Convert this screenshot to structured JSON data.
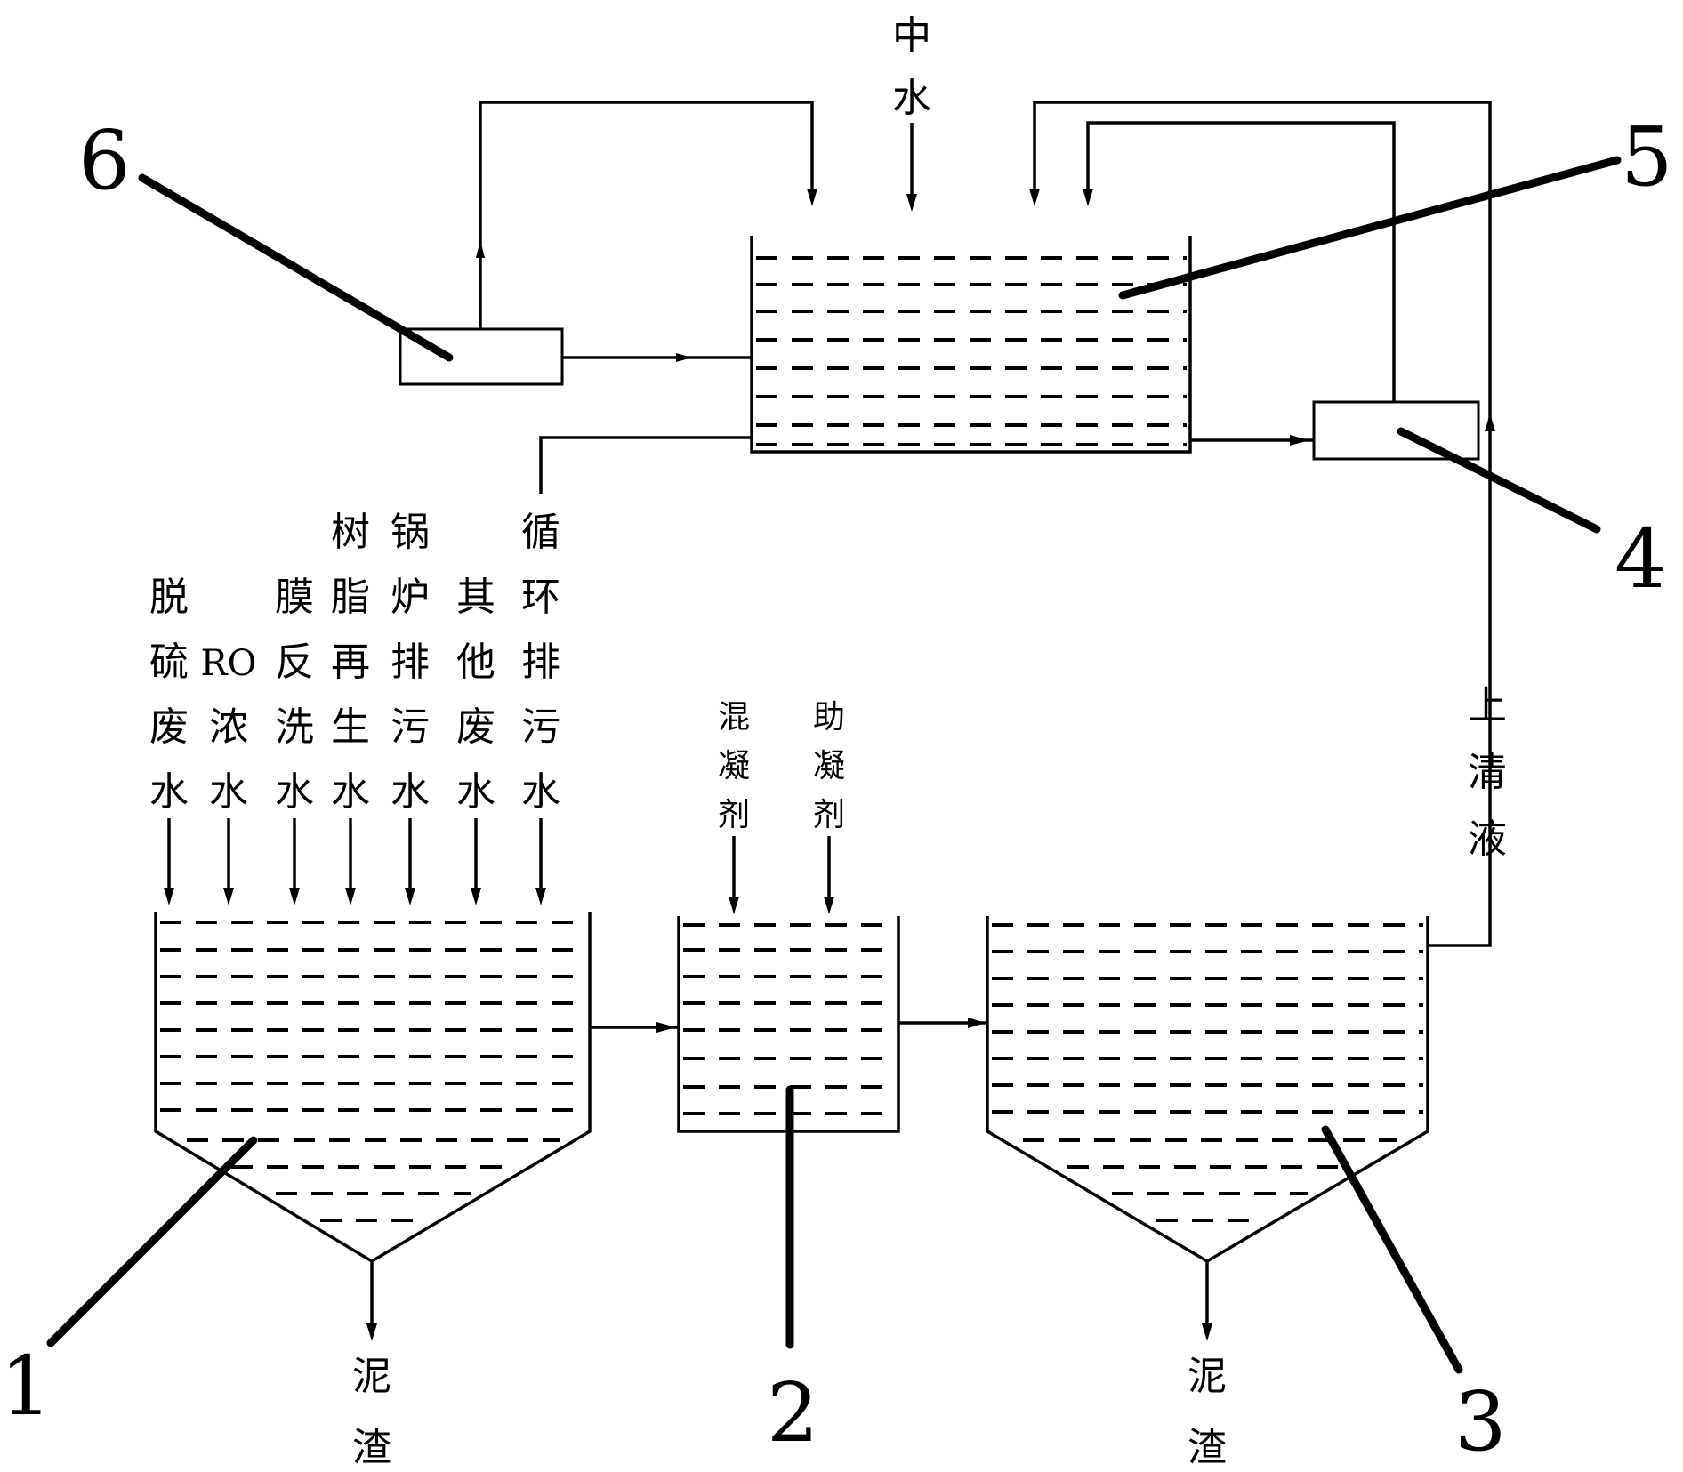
{
  "labels": {
    "top_input": "中水",
    "inputs": [
      "脱硫废水",
      "RO浓水",
      "膜反洗水",
      "树脂再生水",
      "锅炉排污水",
      "其他废水",
      "循环排污水"
    ],
    "coagulant": "混凝剂",
    "flocculant": "助凝剂",
    "supernatant": "上清液",
    "sludge_left": "泥渣",
    "sludge_right": "泥渣"
  },
  "numbers": {
    "n1": "1",
    "n2": "2",
    "n3": "3",
    "n4": "4",
    "n5": "5",
    "n6": "6"
  }
}
